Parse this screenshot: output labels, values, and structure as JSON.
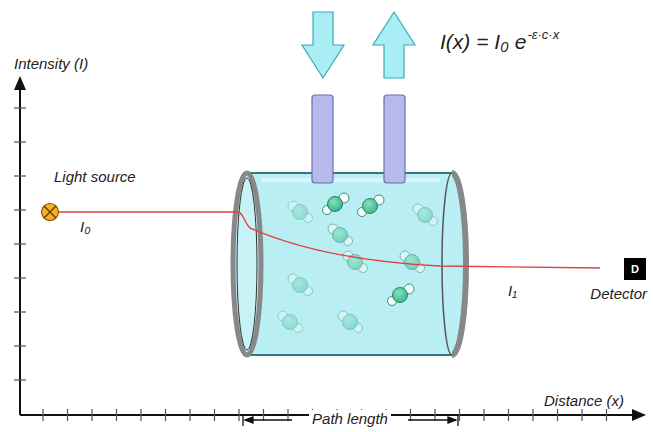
{
  "diagram": {
    "nodes": [
      {
        "text": [
          "D",
          "Detector"
        ]
      }
    ],
    "labels": [
      "Intensity (I)",
      "I(x) = I₀ e",
      "-ε·c·x",
      "Light source",
      "I₀",
      "I₁",
      "Path length",
      "Distance (x)"
    ]
  }
}
